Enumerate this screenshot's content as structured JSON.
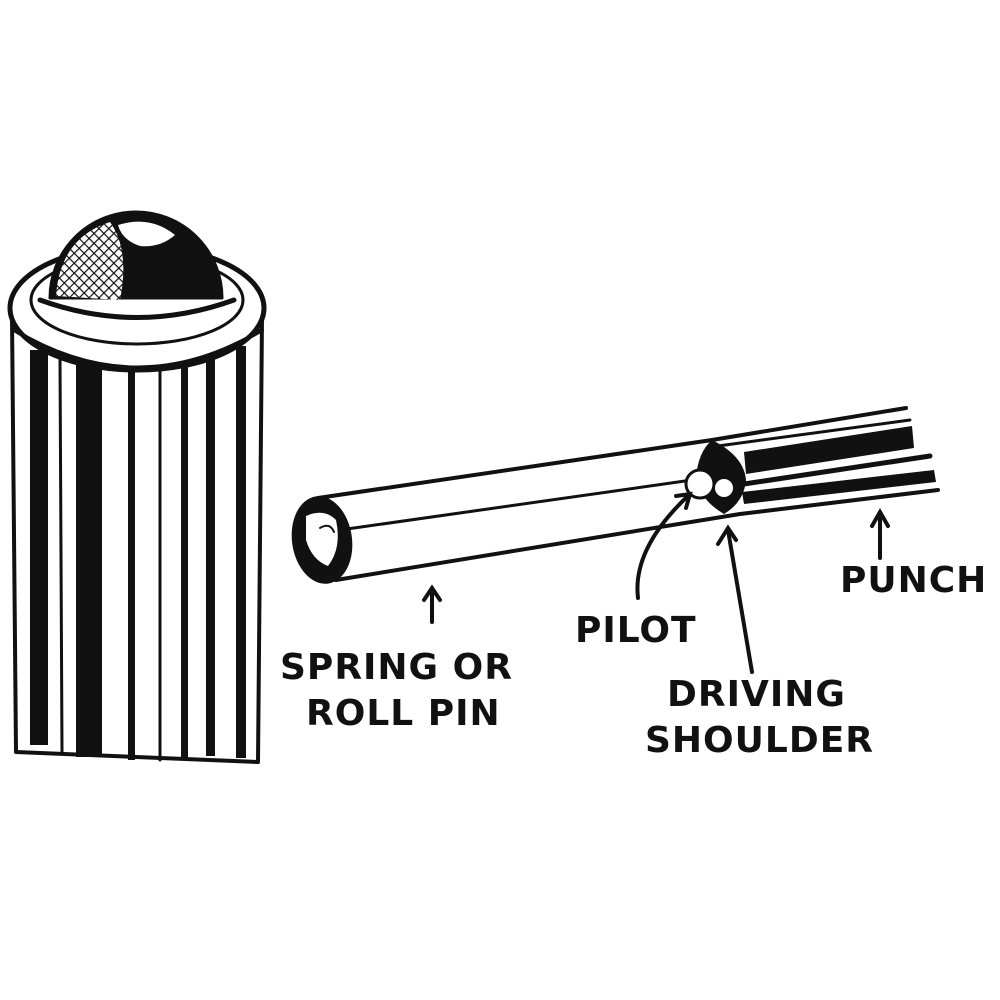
{
  "labels": {
    "spring_line1": "SPRING OR",
    "spring_line2": "ROLL PIN",
    "pilot": "PILOT",
    "driving_line1": "DRIVING",
    "driving_line2": "SHOULDER",
    "punch": "PUNCH"
  },
  "colors": {
    "ink": "#111111",
    "paper": "#ffffff"
  }
}
